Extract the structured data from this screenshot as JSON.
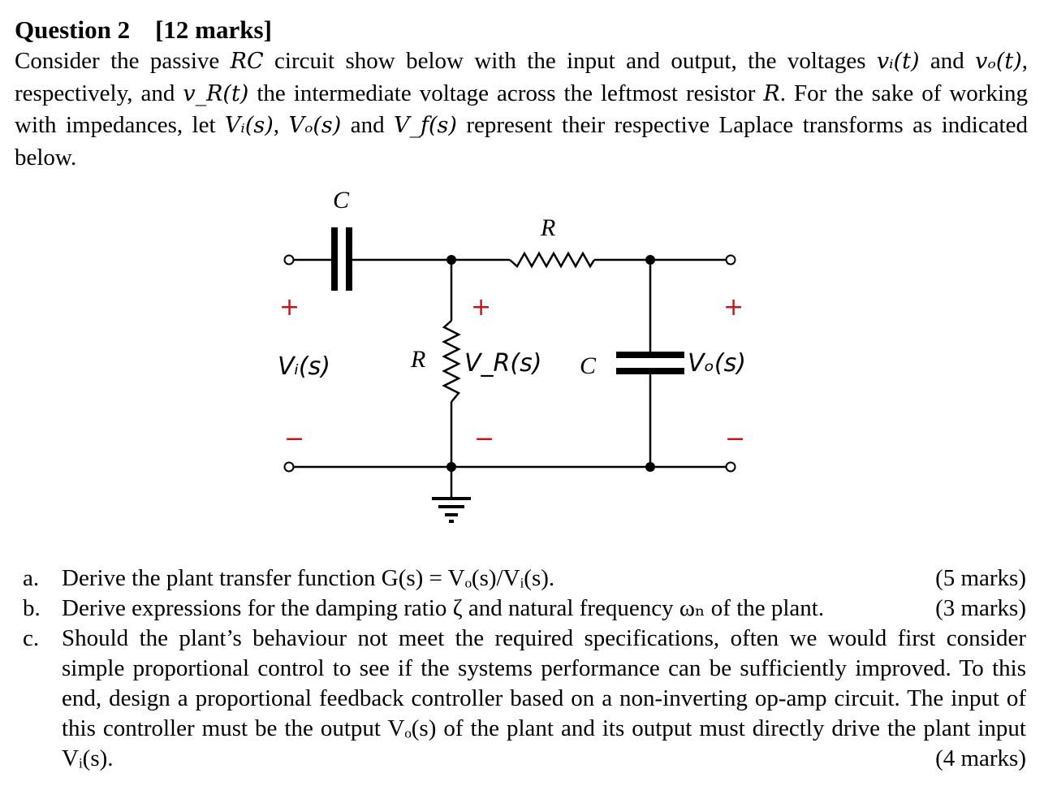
{
  "question": {
    "title": "Question 2",
    "marks": "[12 marks]"
  },
  "intro": {
    "p1": "Consider the passive ",
    "rc": "RC",
    "p2": " circuit show below with the input and output, the voltages ",
    "vi": "vᵢ(t)",
    "p3": " and ",
    "vo": "vₒ(t)",
    "p4": ", respectively, and ",
    "vr": "v_R(t)",
    "p5": " the intermediate voltage across the leftmost resistor ",
    "r": "R",
    "p6": ". For the sake of working with impedances, let ",
    "Vi": "Vᵢ(s)",
    "p7": ", ",
    "Vo": "Vₒ(s)",
    "p8": " and ",
    "Vf": "V_f(s)",
    "p9": " represent their respective Laplace transforms as indicated below."
  },
  "circuit": {
    "cap_top_label": "C",
    "res_top_label": "R",
    "res_shunt_label": "R",
    "cap_shunt_label": "C",
    "plus": "+",
    "minus": "−",
    "vi_label": "Vᵢ(s)",
    "vr_label": "V_R(s)",
    "vo_label": "Vₒ(s)"
  },
  "parts": [
    {
      "label": "a.",
      "text": "Derive the plant transfer function G(s) = Vₒ(s)/Vᵢ(s).",
      "marks": "(5 marks)"
    },
    {
      "label": "b.",
      "text": "Derive expressions for the damping ratio ζ and natural frequency ωₙ of the plant.",
      "marks": "(3 marks)"
    },
    {
      "label": "c.",
      "text": "Should the plant’s behaviour not meet the required specifications, often we would first consider simple proportional control to see if the systems performance can be sufficiently improved. To this end, design a proportional feedback controller based on a non-inverting op-amp circuit. The input of this controller must be the output Vₒ(s) of the plant and its output must directly drive the plant input Vᵢ(s).",
      "marks": "(4 marks)"
    }
  ],
  "colors": {
    "polarity_red": "#c4161c",
    "wire": "#000000"
  }
}
